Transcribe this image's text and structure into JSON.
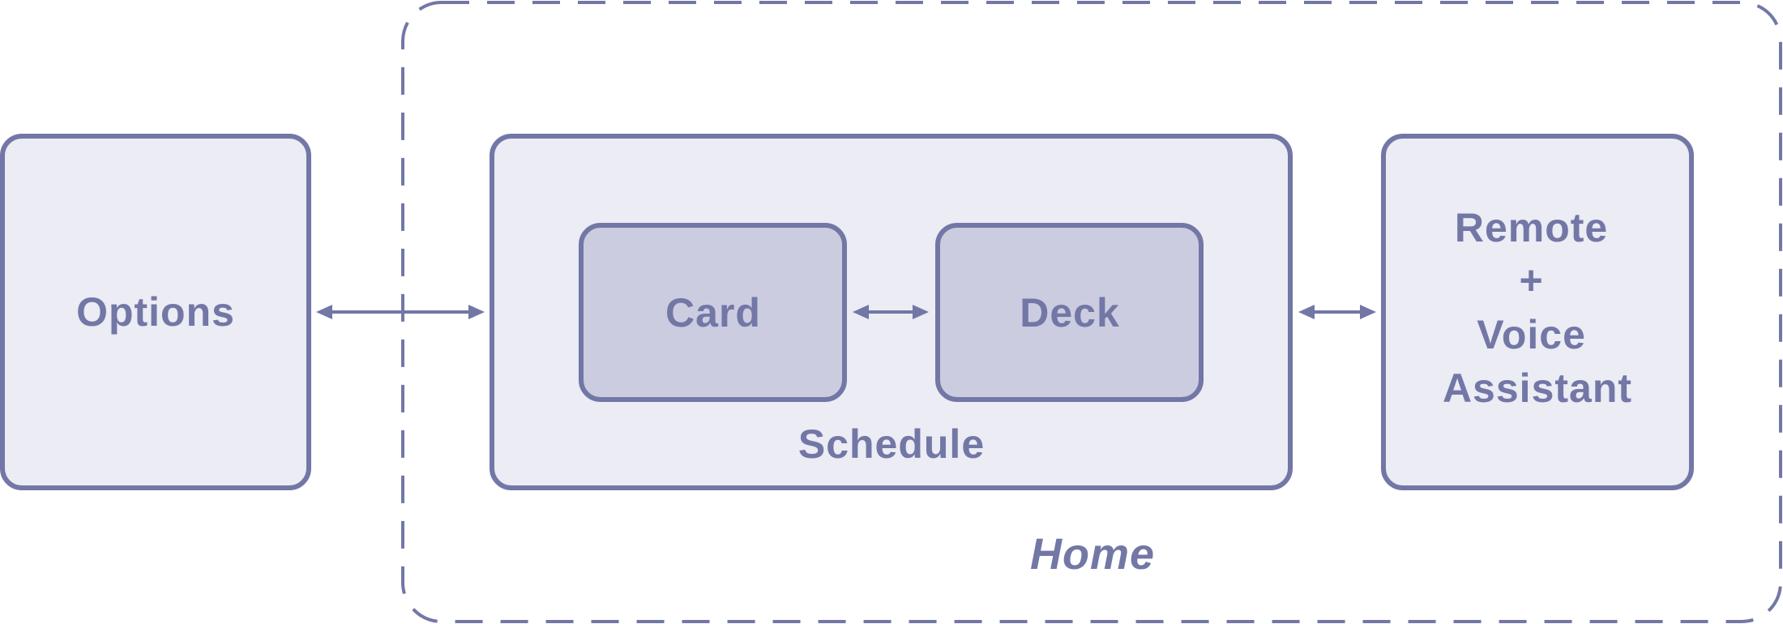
{
  "diagram": {
    "home_label": "Home",
    "options_label": "Options",
    "schedule_label": "Schedule",
    "card_label": "Card",
    "deck_label": "Deck",
    "remote_voice_lines": [
      "Remote",
      "+",
      "Voice",
      "Assistant"
    ]
  },
  "colors": {
    "stroke": "#7277a6",
    "outer_fill": "#ebecf4",
    "inner_fill": "#cbcce0"
  }
}
